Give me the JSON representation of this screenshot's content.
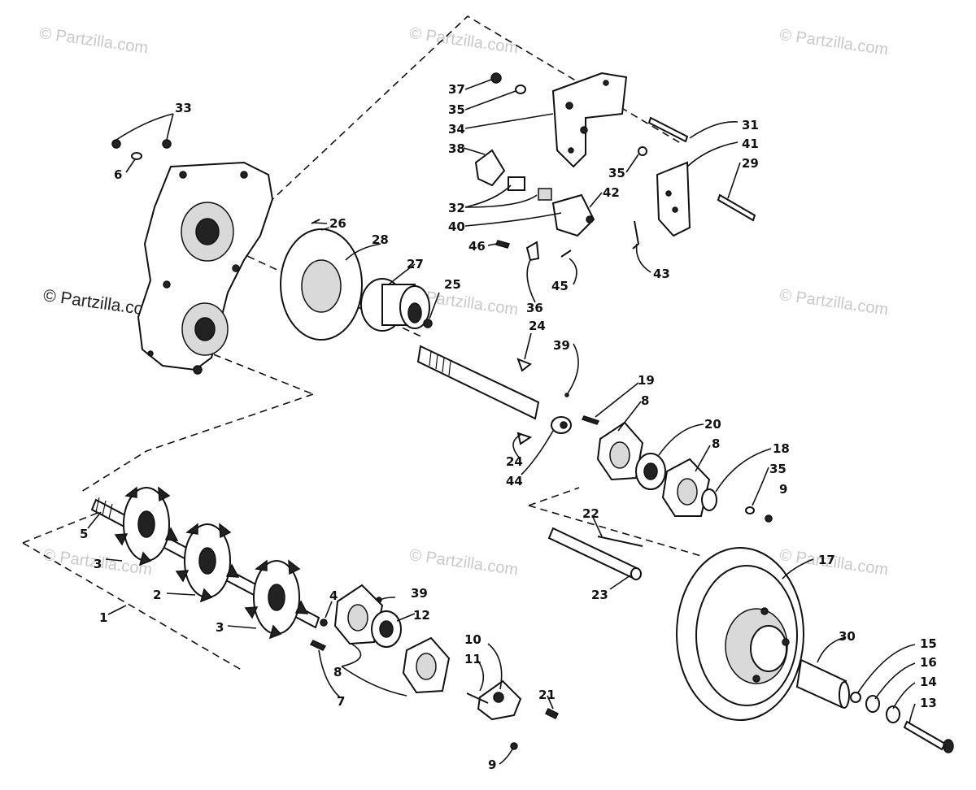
{
  "watermarks": [
    {
      "id": "wm1",
      "text": "© Partzilla.com"
    },
    {
      "id": "wm2",
      "text": "© Partzilla.com"
    },
    {
      "id": "wm3",
      "text": "© Partzilla.com"
    },
    {
      "id": "wm4",
      "text": "© Partzilla.com"
    },
    {
      "id": "wm5",
      "text": "© Partzilla.com"
    },
    {
      "id": "wm6",
      "text": "© Partzilla.com"
    },
    {
      "id": "wm7",
      "text": "© Partzilla.com"
    },
    {
      "id": "wm8",
      "text": "© Partzilla.com"
    },
    {
      "id": "wm9",
      "text": "© Partzilla.com"
    }
  ],
  "callouts": {
    "c33": "33",
    "c6": "6",
    "c37": "37",
    "c35a": "35",
    "c34": "34",
    "c38": "38",
    "c32": "32",
    "c40": "40",
    "c46": "46",
    "c42": "42",
    "c35b": "35",
    "c31": "31",
    "c41": "41",
    "c29": "29",
    "c43": "43",
    "c45": "45",
    "c36": "36",
    "c26": "26",
    "c28": "28",
    "c27": "27",
    "c25": "25",
    "c24a": "24",
    "c39a": "39",
    "c19": "19",
    "c8a": "8",
    "c20": "20",
    "c8b": "8",
    "c24b": "24",
    "c44": "44",
    "c18": "18",
    "c35c": "35",
    "c9a": "9",
    "c22": "22",
    "c23": "23",
    "c17": "17",
    "c5": "5",
    "c3a": "3",
    "c2": "2",
    "c3b": "3",
    "c1": "1",
    "c4": "4",
    "c39b": "39",
    "c12": "12",
    "c8c": "8",
    "c7": "7",
    "c10": "10",
    "c11": "11",
    "c21": "21",
    "c9b": "9",
    "c30": "30",
    "c15": "15",
    "c16": "16",
    "c14": "14",
    "c13": "13"
  }
}
